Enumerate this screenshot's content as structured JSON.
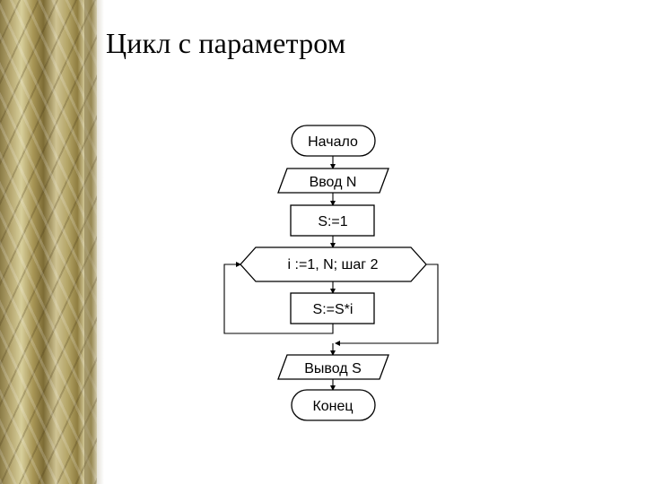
{
  "slide": {
    "title": "Цикл с параметром"
  },
  "flowchart": {
    "start": "Начало",
    "input": "Ввод N",
    "init": "S:=1",
    "loop": "i :=1, N; шаг 2",
    "body": "S:=S*i",
    "output": "Вывод S",
    "end": "Конец"
  }
}
